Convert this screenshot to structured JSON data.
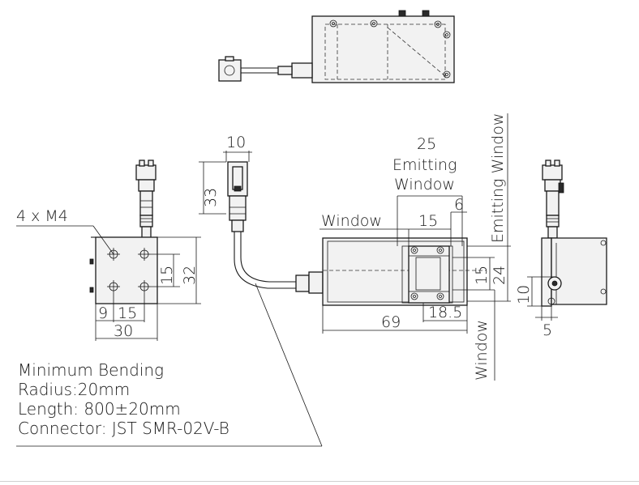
{
  "dimensions": {
    "front_width": "10",
    "front_height": "33",
    "side_holes": "4 x M4",
    "side_h15": "15",
    "side_h32": "32",
    "side_w9": "9",
    "side_w15": "15",
    "side_w30": "30",
    "emitting_window_25": "25",
    "emitting_label_line1": "Emitting",
    "emitting_label_line2": "Window",
    "window_label": "Window",
    "window_15": "15",
    "dim_6": "6",
    "vertical_emitting_window": "Emitting Window",
    "right_15": "15",
    "right_24": "24",
    "length_69": "69",
    "dim_18_5": "18.5",
    "vertical_window": "Window",
    "rightview_10": "10",
    "rightview_5": "5"
  },
  "notes": {
    "line1": "Minimum Bending",
    "line2": "Radius:20mm",
    "line3": "Length: 800±20mm",
    "line4": "Connector: JST SMR-02V-B"
  }
}
